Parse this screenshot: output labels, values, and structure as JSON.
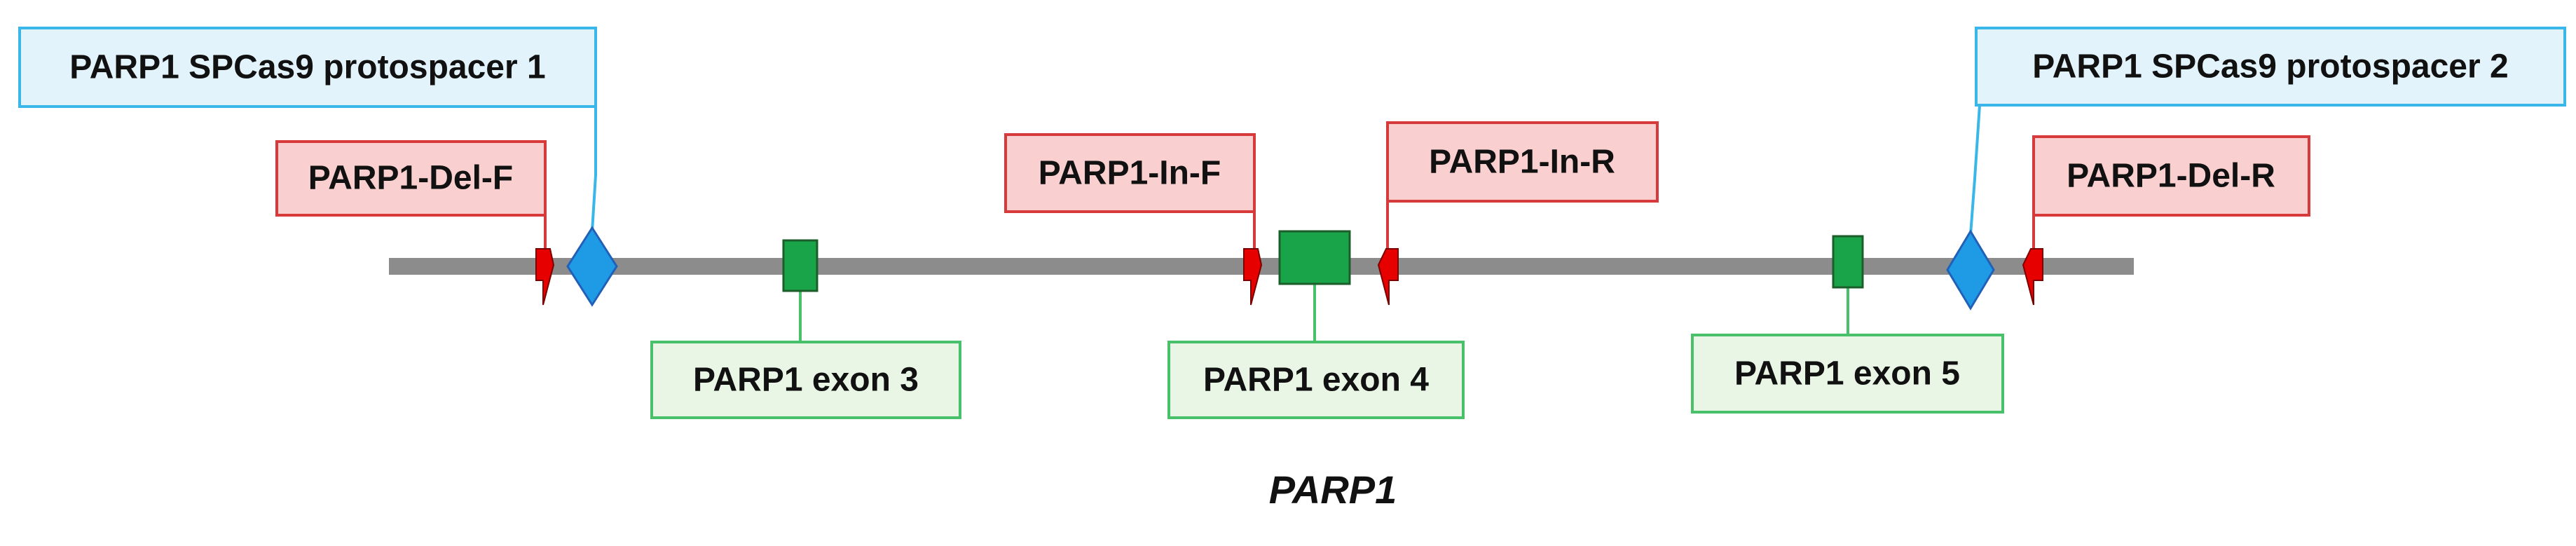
{
  "diagram": {
    "gene_name": "PARP1",
    "protospacers": [
      {
        "label": "PARP1 SPCas9 protospacer 1"
      },
      {
        "label": "PARP1 SPCas9 protospacer 2"
      }
    ],
    "primers": [
      {
        "label": "PARP1-Del-F"
      },
      {
        "label": "PARP1-In-F"
      },
      {
        "label": "PARP1-In-R"
      },
      {
        "label": "PARP1-Del-R"
      }
    ],
    "exons": [
      {
        "label": "PARP1 exon 3"
      },
      {
        "label": "PARP1 exon 4"
      },
      {
        "label": "PARP1 exon 5"
      }
    ],
    "colors": {
      "gene_line": "#8c8c8c",
      "protospacer_fill": "#e3f3fb",
      "protospacer_stroke": "#39b7e8",
      "cut_site": "#1f9be6",
      "primer_fill": "#f9cfcf",
      "primer_stroke": "#d63a3a",
      "primer_arrow": "#e60000",
      "exon_fill": "#e9f6e6",
      "exon_stroke": "#49c06a",
      "exon_block": "#1aa44a"
    }
  }
}
